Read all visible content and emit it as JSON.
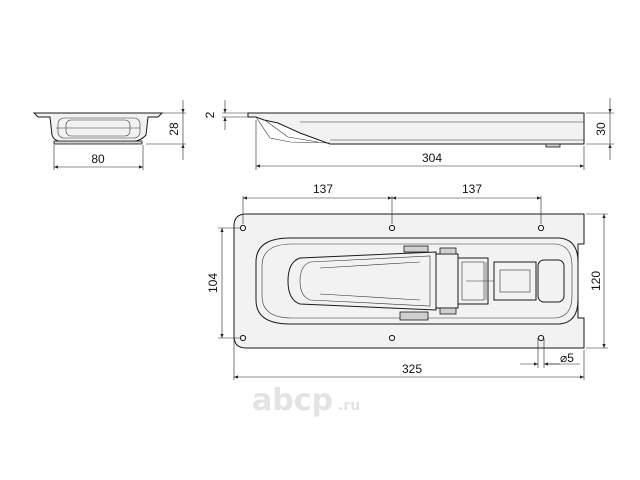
{
  "dimensions": {
    "front_width": "80",
    "front_height": "28",
    "side_thickness": "2",
    "side_length": "304",
    "side_height": "30",
    "top_spacing_left": "137",
    "top_spacing_right": "137",
    "top_height_left": "104",
    "top_height_right": "120",
    "top_length": "325",
    "hole_diameter": "⌀5"
  },
  "watermark": {
    "brand": "abcp",
    "domain": ".ru"
  }
}
